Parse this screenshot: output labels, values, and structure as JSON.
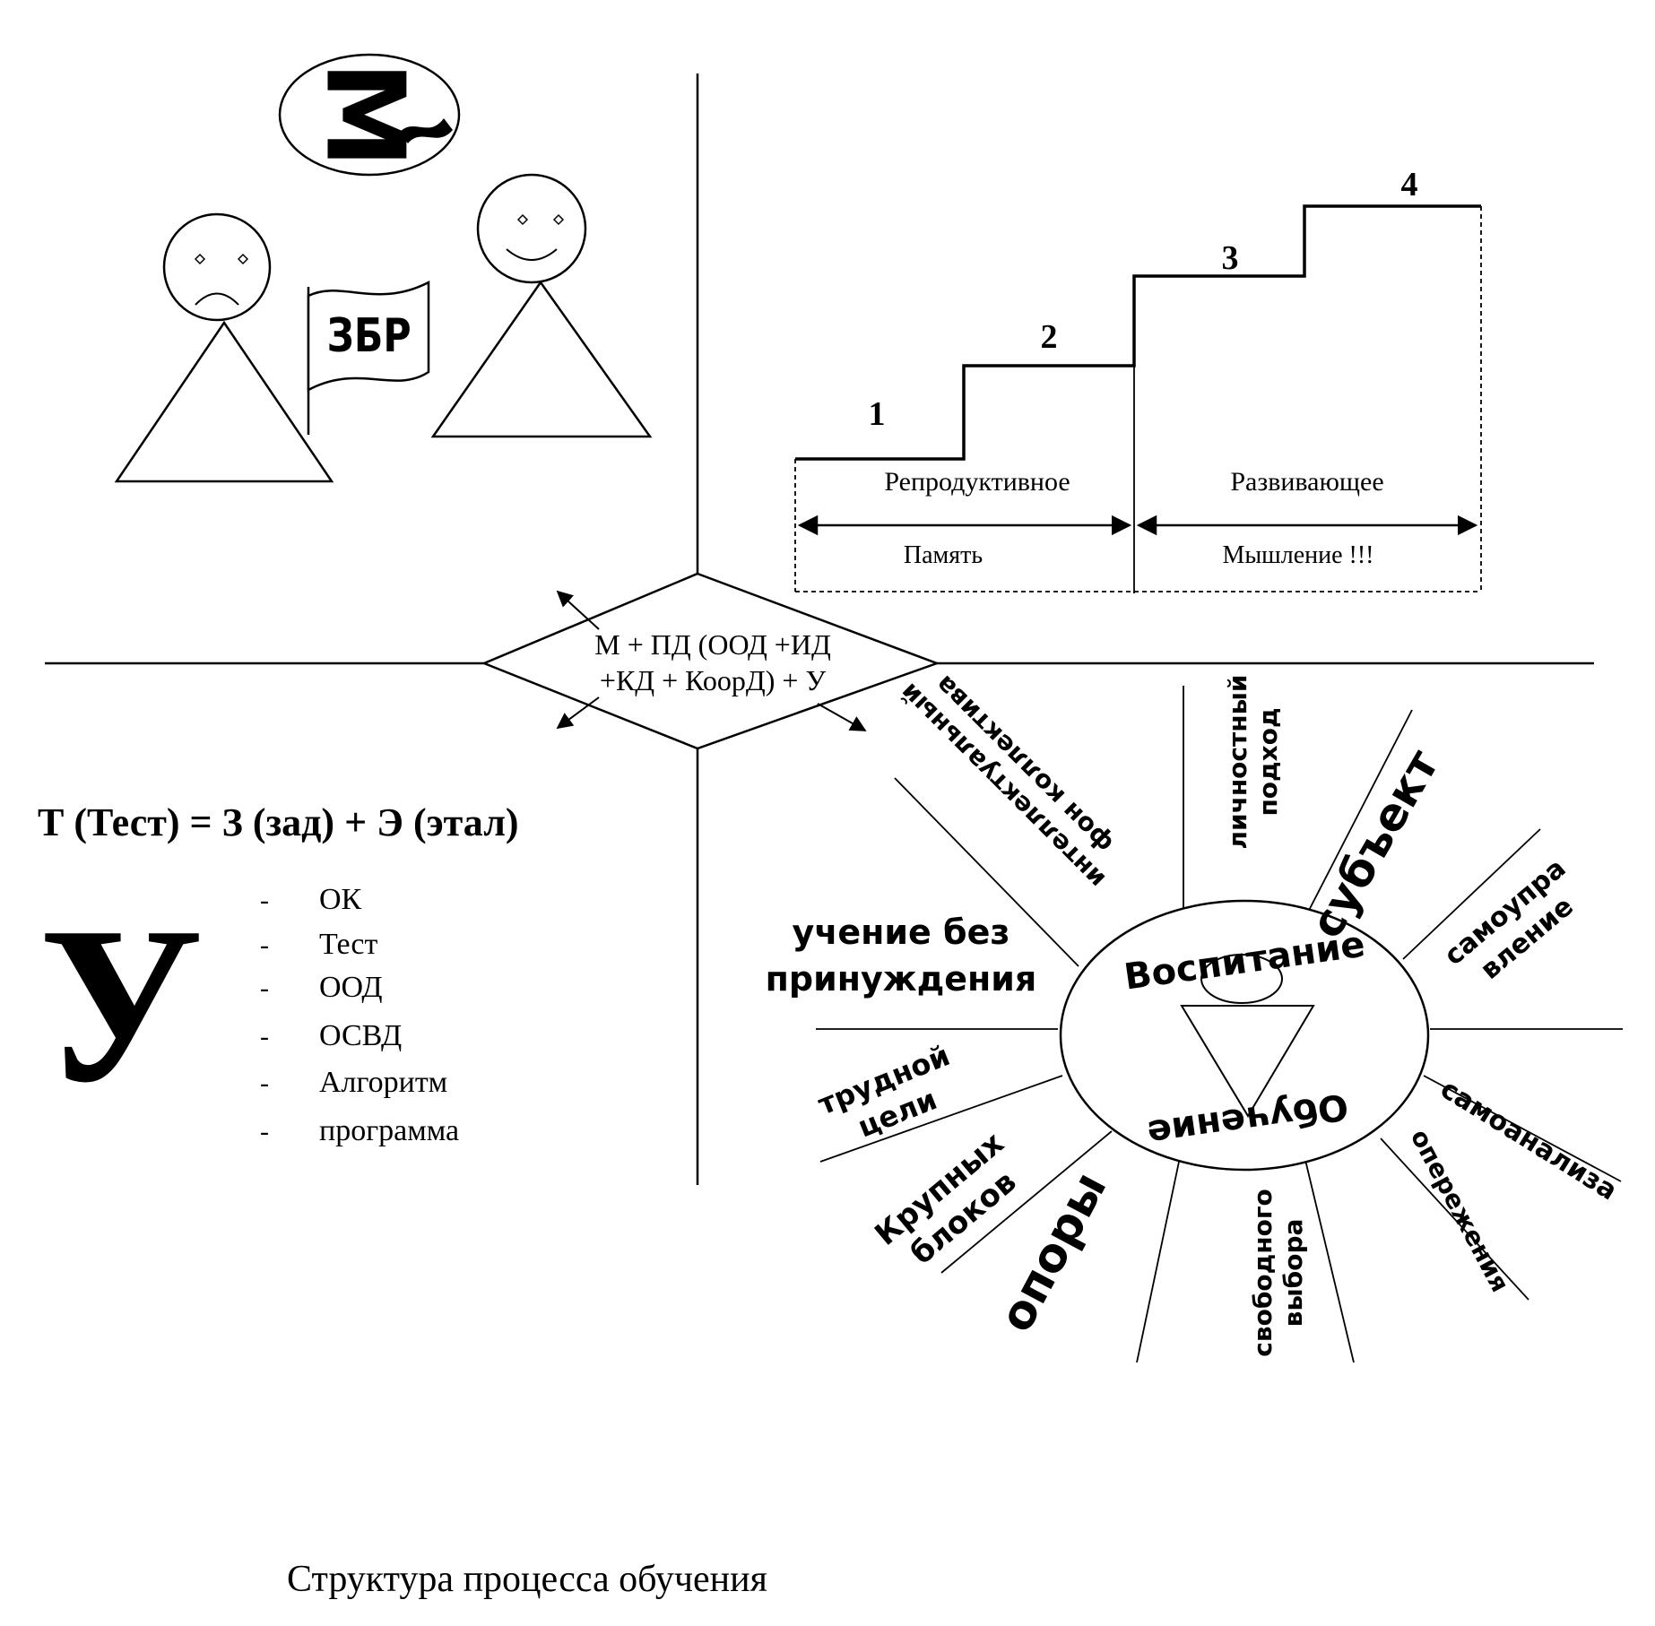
{
  "badges": {
    "m_letter": "M",
    "flag_text": "ЗБР"
  },
  "stairs": {
    "steps": [
      "1",
      "2",
      "3",
      "4"
    ],
    "upper_left": "Репродуктивное",
    "upper_right": "Развивающее",
    "lower_left": "Память",
    "lower_right": "Мышление !!!"
  },
  "center_formula": {
    "line1": "М + ПД (ООД +ИД",
    "line2": "+КД + КоорД) + У"
  },
  "test_formula": "Т (Тест) = З (зад) + Э (этал)",
  "u_block": {
    "letter": "У",
    "items": [
      {
        "bullet": "-",
        "text": "ОК"
      },
      {
        "bullet": "-",
        "text": "Тест"
      },
      {
        "bullet": "-",
        "text": "ООД"
      },
      {
        "bullet": "-",
        "text": "ОСВД"
      },
      {
        "bullet": "-",
        "text": "Алгоритм"
      },
      {
        "bullet": "-",
        "text": "программа"
      }
    ]
  },
  "wheel": {
    "top_label": "Воспитание",
    "bottom_label": "Обучение",
    "rays": {
      "intellectual_1": "интеллектуальный",
      "intellectual_2": "фон коллектива",
      "personal_1": "личностный",
      "personal_2": "подход",
      "subject": "субъект",
      "selfmgmt_1": "самоупра",
      "selfmgmt_2": "вление",
      "nocoercion_1": "учение без",
      "nocoercion_2": "принуждения",
      "hardgoal_1": "трудной",
      "hardgoal_2": "цели",
      "blocks_1": "Крупных",
      "blocks_2": "блоков",
      "support": "опоры",
      "freechoice_1": "свободного",
      "freechoice_2": "выбора",
      "advance": "опережения",
      "selfanalysis": "самоанализа"
    }
  },
  "caption": "Структура процесса обучения"
}
